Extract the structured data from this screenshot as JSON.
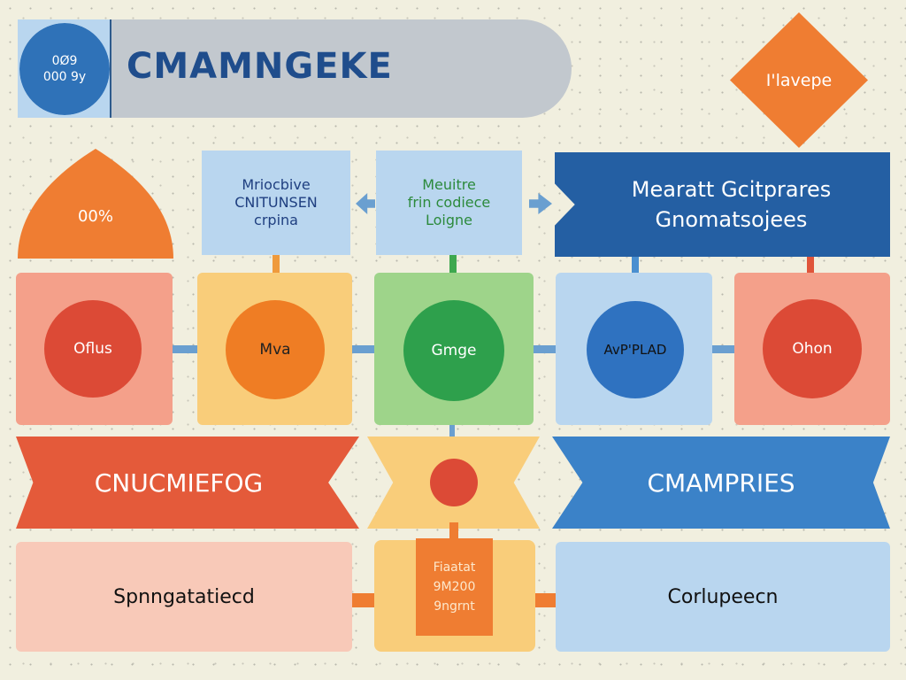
{
  "header": {
    "badge_line1": "0Ø9",
    "badge_line2": "000 9y",
    "title": "CMAMNGEKE"
  },
  "diamond": {
    "label": "I'lavepe"
  },
  "dome": {
    "label": "00%"
  },
  "top_boxes": [
    {
      "lines": [
        "Mriocbive",
        "CNITUNSEN",
        "crpina"
      ]
    },
    {
      "lines": [
        "Meuitre",
        "frin codiece",
        "Loigne"
      ]
    },
    {
      "lines": [
        "Mearatt Gcitprares",
        "Gnomatsojees"
      ]
    }
  ],
  "nodes": [
    {
      "label": "Oflus"
    },
    {
      "label": "Mva"
    },
    {
      "label": "Gmge"
    },
    {
      "label": "AvP'PLAD"
    },
    {
      "label": "Ohon"
    }
  ],
  "banners": {
    "left": "CNUCMIEFOG",
    "right": "CMAMPRIES"
  },
  "bottom": {
    "left": "Spnngatatiecd",
    "center_lines": [
      "Fiaatat",
      "9M200",
      "9ngrnt"
    ],
    "right": "Corlupeecn"
  },
  "colors": {
    "orange": "#ef7d32",
    "blue": "#2f72b8",
    "navy": "#1f4d8c",
    "green": "#3ea84f",
    "red": "#e0553a",
    "lightblue": "#b9d6ef",
    "yellow": "#f9cd7a",
    "pink": "#f7c2b3"
  }
}
